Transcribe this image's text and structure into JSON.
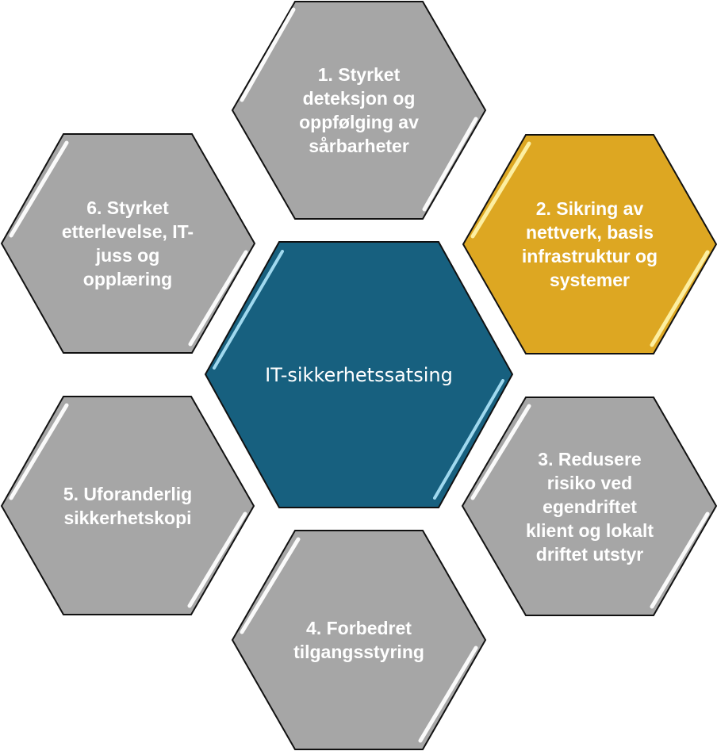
{
  "diagram": {
    "type": "hexagon-cluster",
    "center": {
      "label": "IT-sikkerhetssatsing",
      "color": "#17607F",
      "highlight": "#9FD8EE"
    },
    "items": [
      {
        "number": 1,
        "label": "1. Styrket\ndeteksjon og\noppfølging av\nsårbarheter",
        "color": "#A6A6A6",
        "position": "top"
      },
      {
        "number": 2,
        "label": "2. Sikring av\nnettverk, basis\ninfrastruktur og\nsystemer",
        "color": "#DDA722",
        "position": "upper-right"
      },
      {
        "number": 3,
        "label": "3. Redusere\nrisiko ved\negendriftet\nklient og lokalt\ndriftet utstyr",
        "color": "#A6A6A6",
        "position": "lower-right"
      },
      {
        "number": 4,
        "label": "4. Forbedret\ntilgangsstyring",
        "color": "#A6A6A6",
        "position": "bottom"
      },
      {
        "number": 5,
        "label": "5. Uforanderlig\nsikkerhetskopi",
        "color": "#A6A6A6",
        "position": "lower-left"
      },
      {
        "number": 6,
        "label": "6. Styrket\netterlevelse, IT-\njuss og\nopplæring",
        "color": "#A6A6A6",
        "position": "upper-left"
      }
    ]
  }
}
